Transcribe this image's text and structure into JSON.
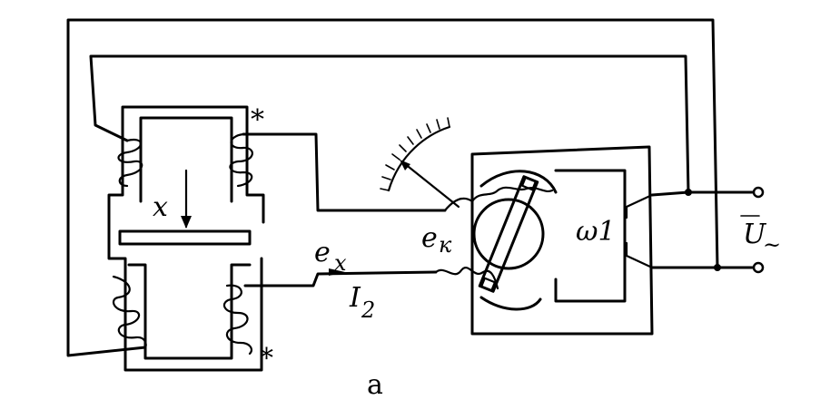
{
  "labels": {
    "displacement": "x",
    "emf_x": "e",
    "emf_x_sub": "x",
    "current": "I",
    "current_sub": "2",
    "emf_k": "e",
    "emf_k_sub": "к",
    "winding": "ω1",
    "voltage": "U",
    "voltage_sub": "~",
    "caption": "a",
    "star_top": "*",
    "star_bottom": "*"
  },
  "colors": {
    "ink": "#000000",
    "paper": "#ffffff"
  }
}
